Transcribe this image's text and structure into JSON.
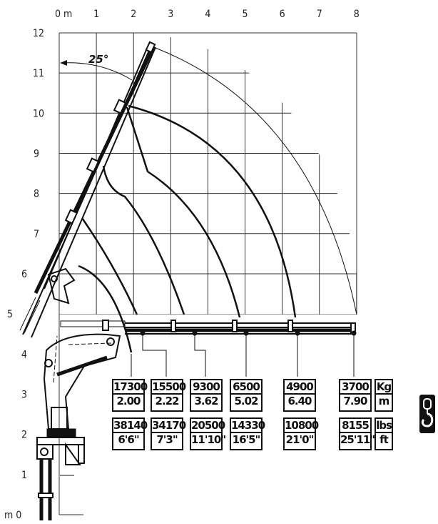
{
  "x_axis": {
    "labels": [
      "0 m",
      "1",
      "2",
      "3",
      "4",
      "5",
      "6",
      "7",
      "8"
    ],
    "values": [
      0,
      1,
      2,
      3,
      4,
      5,
      6,
      7,
      8
    ]
  },
  "y_axis": {
    "labels": [
      "m 0",
      "1",
      "2",
      "3",
      "4",
      "5",
      "6",
      "7",
      "8",
      "9",
      "10",
      "11",
      "12"
    ],
    "values": [
      0,
      1,
      2,
      3,
      4,
      5,
      6,
      7,
      8,
      9,
      10,
      11,
      12
    ]
  },
  "angle_annotation": "25°",
  "capacity_table": [
    {
      "load_kg": "17300",
      "reach_m": "2.00",
      "load_lbs": "38140",
      "reach_ft": "6'6\""
    },
    {
      "load_kg": "15500",
      "reach_m": "2.22",
      "load_lbs": "34170",
      "reach_ft": "7'3\""
    },
    {
      "load_kg": "9300",
      "reach_m": "3.62",
      "load_lbs": "20500",
      "reach_ft": "11'10\""
    },
    {
      "load_kg": "6500",
      "reach_m": "5.02",
      "load_lbs": "14330",
      "reach_ft": "16'5\""
    },
    {
      "load_kg": "4900",
      "reach_m": "6.40",
      "load_lbs": "10800",
      "reach_ft": "21'0\""
    },
    {
      "load_kg": "3700",
      "reach_m": "7.90",
      "load_lbs": "8155",
      "reach_ft": "25'11\""
    }
  ],
  "units": {
    "metric": {
      "load": "Kg",
      "reach": "m"
    },
    "imperial": {
      "load": "lbs",
      "reach": "ft"
    }
  },
  "icons": {
    "hook": "crane-hook-icon"
  },
  "colors": {
    "line": "#111111",
    "grid": "#333333",
    "background": "#ffffff"
  }
}
